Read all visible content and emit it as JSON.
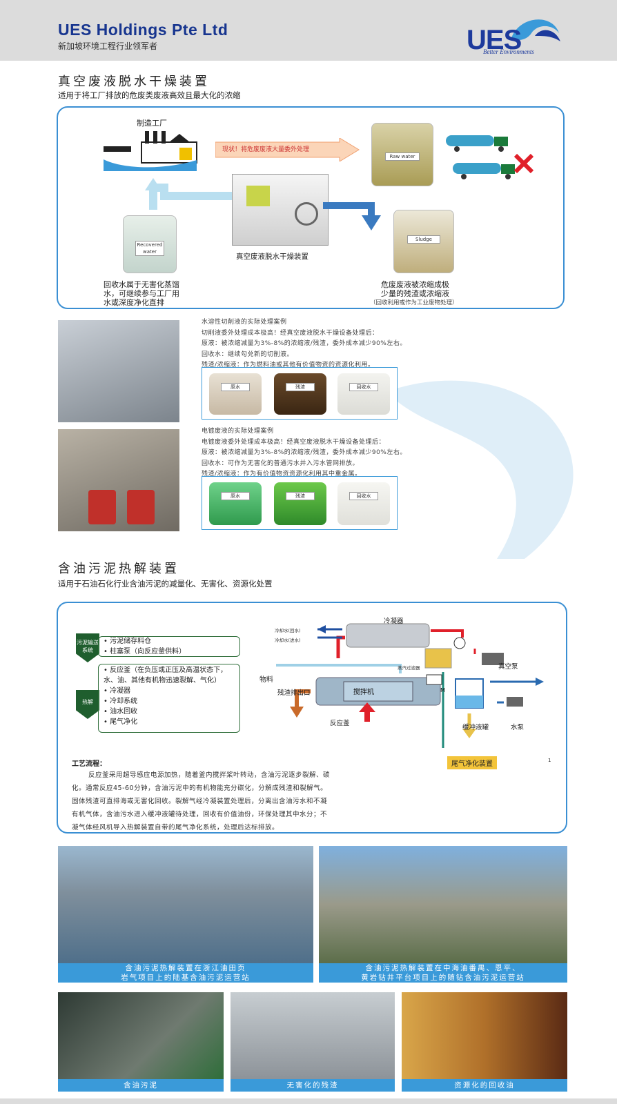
{
  "header": {
    "company": "UES Holdings Pte Ltd",
    "tagline": "新加坡环境工程行业领军者",
    "logo_text": "UES",
    "logo_sub": "Better Environments"
  },
  "section1": {
    "title": "真空废液脱水干燥装置",
    "subtitle": "适用于将工厂排放的危废类废液高效且最大化的浓缩",
    "factory_label": "制造工厂",
    "current_label": "现状！将危废废液大量委外处理",
    "raw_water_label": "Raw water",
    "machine_label": "真空废液脱水干燥装置",
    "recovered_label": "Recovered water",
    "recovered_desc": [
      "回收水属于无害化蒸馏",
      "水，可继续参与工厂用",
      "水或深度净化直排"
    ],
    "sludge_label": "Sludge",
    "sludge_desc": [
      "危废废液被浓缩成极",
      "少量的残渣或浓缩液"
    ],
    "sludge_note": "（回收利用或作为工业废物处理）"
  },
  "case1": {
    "lines": [
      "水溶性切削液的实际处理案例",
      "切削液委外处理成本极高！经真空废液脱水干燥设备处理后：",
      "原液：被浓缩减量为3%-8%的浓缩液/残渣，委外成本减少90%左右。",
      "回收水：继续勾兑新的切削液。",
      "残渣/浓缩液：作为燃料油或其他有价值物资的资源化利用。"
    ],
    "jars": [
      "原水",
      "残渣",
      "回收水"
    ]
  },
  "case2": {
    "lines": [
      "电镀废液的实际处理案例",
      "电镀废液委外处理成本极高！经真空废液脱水干燥设备处理后：",
      "原液：被浓缩减量为3%-8%的浓缩液/残渣，委外成本减少90%左右。",
      "回收水：可作为无害化的普通污水并入污水管网排放。",
      "残渣/浓缩液：作为有价值物资资源化利用其中重金属。"
    ],
    "jars": [
      "原水",
      "残渣",
      "回收水"
    ]
  },
  "section2": {
    "title": "含油污泥热解装置",
    "subtitle": "适用于石油石化行业含油污泥的减量化、无害化、资源化处置",
    "group1_tag": "污泥输送系统",
    "group1_items": [
      "污泥储存料仓",
      "柱塞泵（向反应釜供料）"
    ],
    "group2_tag": "热解",
    "group2_items": [
      "反应釜（在负压或正压及高温状态下，水、油、其他有机物迅速裂解、气化）",
      "冷凝器",
      "冷却系统",
      "油水回收",
      "尾气净化"
    ],
    "diagram": {
      "condenser": "冷凝器",
      "cool_out": "冷却水(回水)",
      "cool_in": "冷却水(进水)",
      "steam_filter": "蒸汽过滤器",
      "vacuum_pump": "真空泵",
      "material": "物料",
      "residue_outlet": "残渣排出口",
      "mixer": "搅拌机",
      "motor": "M",
      "reactor": "反应釜",
      "buffer_tank": "缓冲液罐",
      "water_pump": "水泵",
      "exhaust": "尾气净化装置",
      "page_no": "1"
    },
    "process_title": "工艺流程：",
    "process_lines": [
      "反应釜采用超导感应电源加热，随着釜内搅拌桨叶转动，含油污泥逐步裂解、碳",
      "化。通常反应45-60分钟，含油污泥中的有机物能充分碳化，分解成残渣和裂解气。",
      "固体残渣可直排海或无害化回收。裂解气经冷凝装置处理后，分离出含油污水和不凝",
      "有机气体，含油污水进入缓冲液罐待处理，回收有价值油份，环保处理其中水分；不",
      "凝气体经风机导入热解装置自带的尾气净化系统，处理后达标排放。"
    ]
  },
  "photos": {
    "big_left": [
      "含油污泥热解装置在浙江油田页",
      "岩气项目上的陆基含油污泥运营站"
    ],
    "big_right": [
      "含油污泥热解装置在中海油番禺、恩平、",
      "黄岩钻井平台项目上的随钻含油污泥运营站"
    ],
    "small": [
      "含油污泥",
      "无害化的残渣",
      "资源化的回收油"
    ]
  },
  "colors": {
    "brand": "#17358f",
    "accent": "#3a9ad9",
    "green": "#1f5e2e"
  }
}
